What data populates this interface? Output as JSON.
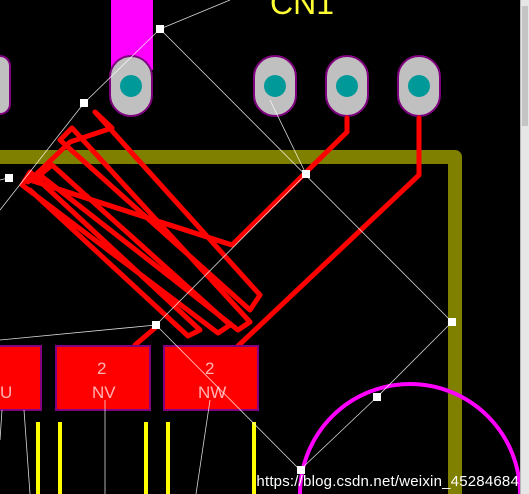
{
  "component": {
    "designator": "CN1"
  },
  "pads": [
    {
      "number": "2",
      "net": "NV"
    },
    {
      "number": "2",
      "net": "NW"
    },
    {
      "number": "",
      "net": "U"
    }
  ],
  "watermark": "https://blog.csdn.net/weixin_45284684",
  "colors": {
    "background": "#000000",
    "top_copper": "#ff0000",
    "board_outline": "#808000",
    "silkscreen_yellow": "#ffff00",
    "circle_outline": "#ff00ff",
    "via_hole": "#009999",
    "pad_ring": "#c0c0c0"
  }
}
